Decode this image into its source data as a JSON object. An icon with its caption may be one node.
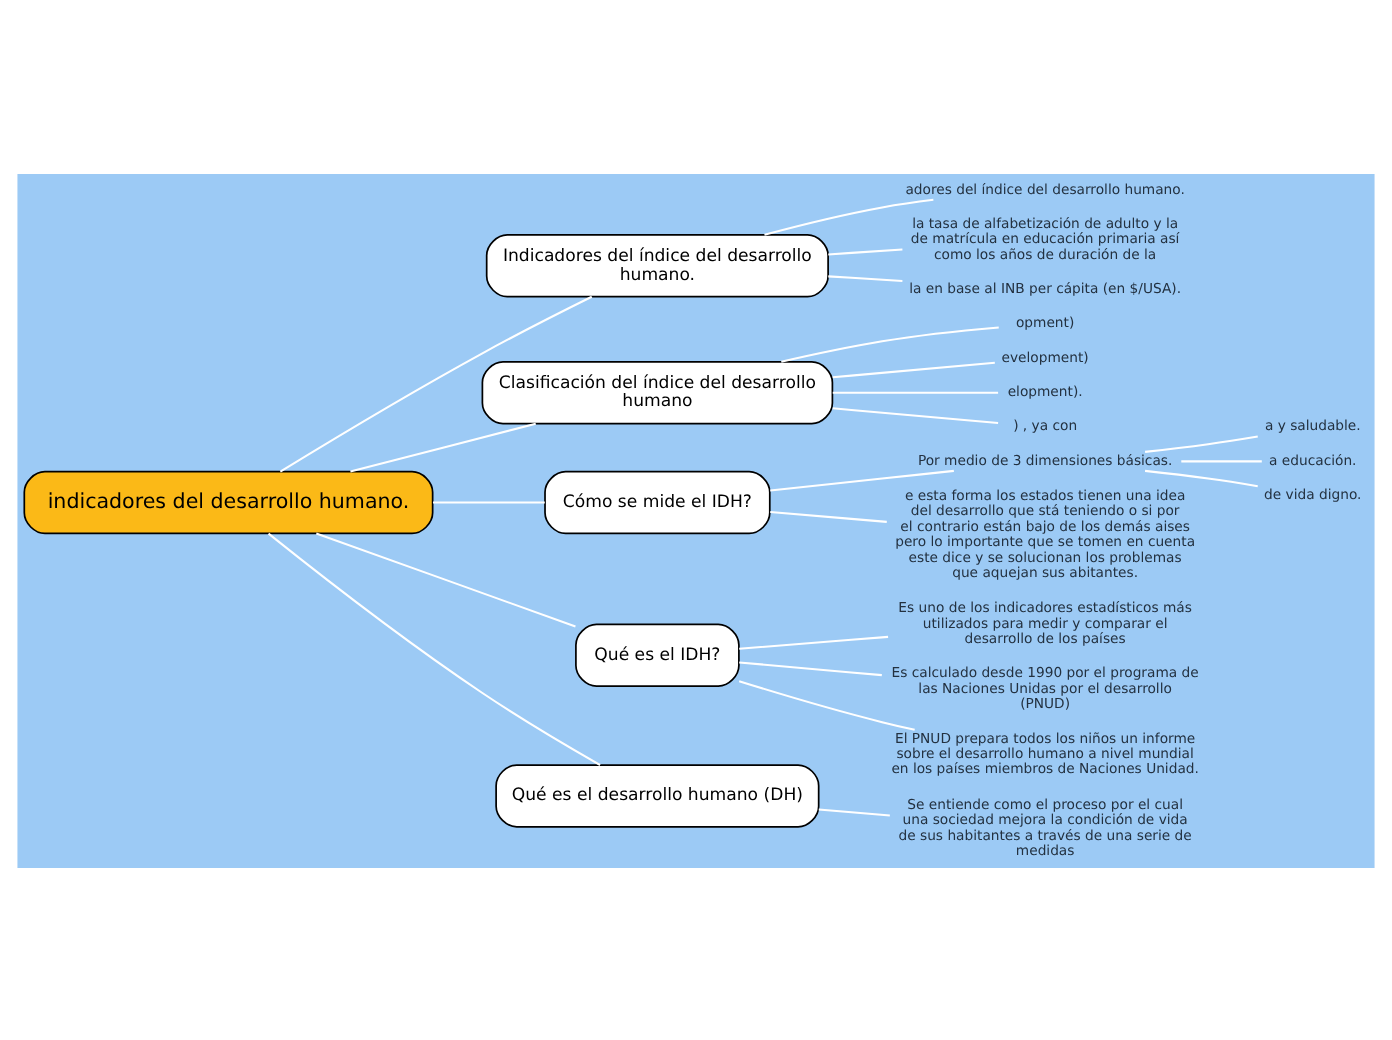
{
  "diagram": {
    "nodes": [
      {
        "text": [
          "indicadores del desarrollo humano."
        ]
      },
      {
        "text": [
          "Indicadores del índice del desarrollo humano."
        ]
      },
      {
        "text": [
          "adores del índice del desarrollo humano."
        ]
      },
      {
        "text": [
          "la tasa de alfabetización de adulto y la de matrícula en educación primaria así como los años de duración de la"
        ]
      },
      {
        "text": [
          "la en base al INB per cápita (en $/USA)."
        ]
      },
      {
        "text": [
          "Clasificación del índice del desarrollo humano"
        ]
      },
      {
        "text": [
          "opment)"
        ]
      },
      {
        "text": [
          "evelopment)"
        ]
      },
      {
        "text": [
          "elopment)."
        ]
      },
      {
        "text": [
          ") , ya con"
        ]
      },
      {
        "text": [
          "Cómo se mide el IDH?"
        ]
      },
      {
        "text": [
          "Por medio de 3 dimensiones básicas."
        ]
      },
      {
        "text": [
          "a y saludable."
        ]
      },
      {
        "text": [
          "a educación."
        ]
      },
      {
        "text": [
          "de vida digno."
        ]
      },
      {
        "text": [
          "e esta forma los estados tienen una idea del desarrollo que stá teniendo o si por el contrario están bajo de los demás aises pero lo importante que se tomen en cuenta este dice y se solucionan los problemas que aquejan sus abitantes."
        ]
      },
      {
        "text": [
          "Qué es el IDH?"
        ]
      },
      {
        "text": [
          "Es uno de los indicadores estadísticos más utilizados para medir y comparar el desarrollo de los países"
        ]
      },
      {
        "text": [
          "Es calculado desde 1990 por el programa de las Naciones Unidas por el desarrollo (PNUD)"
        ]
      },
      {
        "text": [
          "El PNUD prepara todos los niños un informe sobre el desarrollo humano a nivel mundial en los países miembros de Naciones Unidad."
        ]
      },
      {
        "text": [
          "Qué es el desarrollo humano (DH)"
        ]
      },
      {
        "text": [
          "Se entiende como el proceso por el cual una sociedad mejora la condición de vida de sus habitantes a través de una serie de medidas"
        ]
      }
    ],
    "edges": [
      {
        "from": 0,
        "to": 1,
        "arrow": "none"
      },
      {
        "from": 1,
        "to": 2,
        "arrow": "none"
      },
      {
        "from": 1,
        "to": 3,
        "arrow": "none"
      },
      {
        "from": 1,
        "to": 4,
        "arrow": "none"
      },
      {
        "from": 0,
        "to": 5,
        "arrow": "none"
      },
      {
        "from": 5,
        "to": 6,
        "arrow": "none"
      },
      {
        "from": 5,
        "to": 7,
        "arrow": "none"
      },
      {
        "from": 5,
        "to": 8,
        "arrow": "none"
      },
      {
        "from": 5,
        "to": 9,
        "arrow": "none"
      },
      {
        "from": 0,
        "to": 10,
        "arrow": "none"
      },
      {
        "from": 10,
        "to": 11,
        "arrow": "none"
      },
      {
        "from": 11,
        "to": 12,
        "arrow": "none"
      },
      {
        "from": 11,
        "to": 13,
        "arrow": "none"
      },
      {
        "from": 11,
        "to": 14,
        "arrow": "none"
      },
      {
        "from": 10,
        "to": 15,
        "arrow": "none"
      },
      {
        "from": 0,
        "to": 16,
        "arrow": "none"
      },
      {
        "from": 16,
        "to": 17,
        "arrow": "none"
      },
      {
        "from": 16,
        "to": 18,
        "arrow": "none"
      },
      {
        "from": 16,
        "to": 19,
        "arrow": "none"
      },
      {
        "from": 0,
        "to": 20,
        "arrow": "none"
      },
      {
        "from": 20,
        "to": 21,
        "arrow": "none"
      }
    ]
  }
}
